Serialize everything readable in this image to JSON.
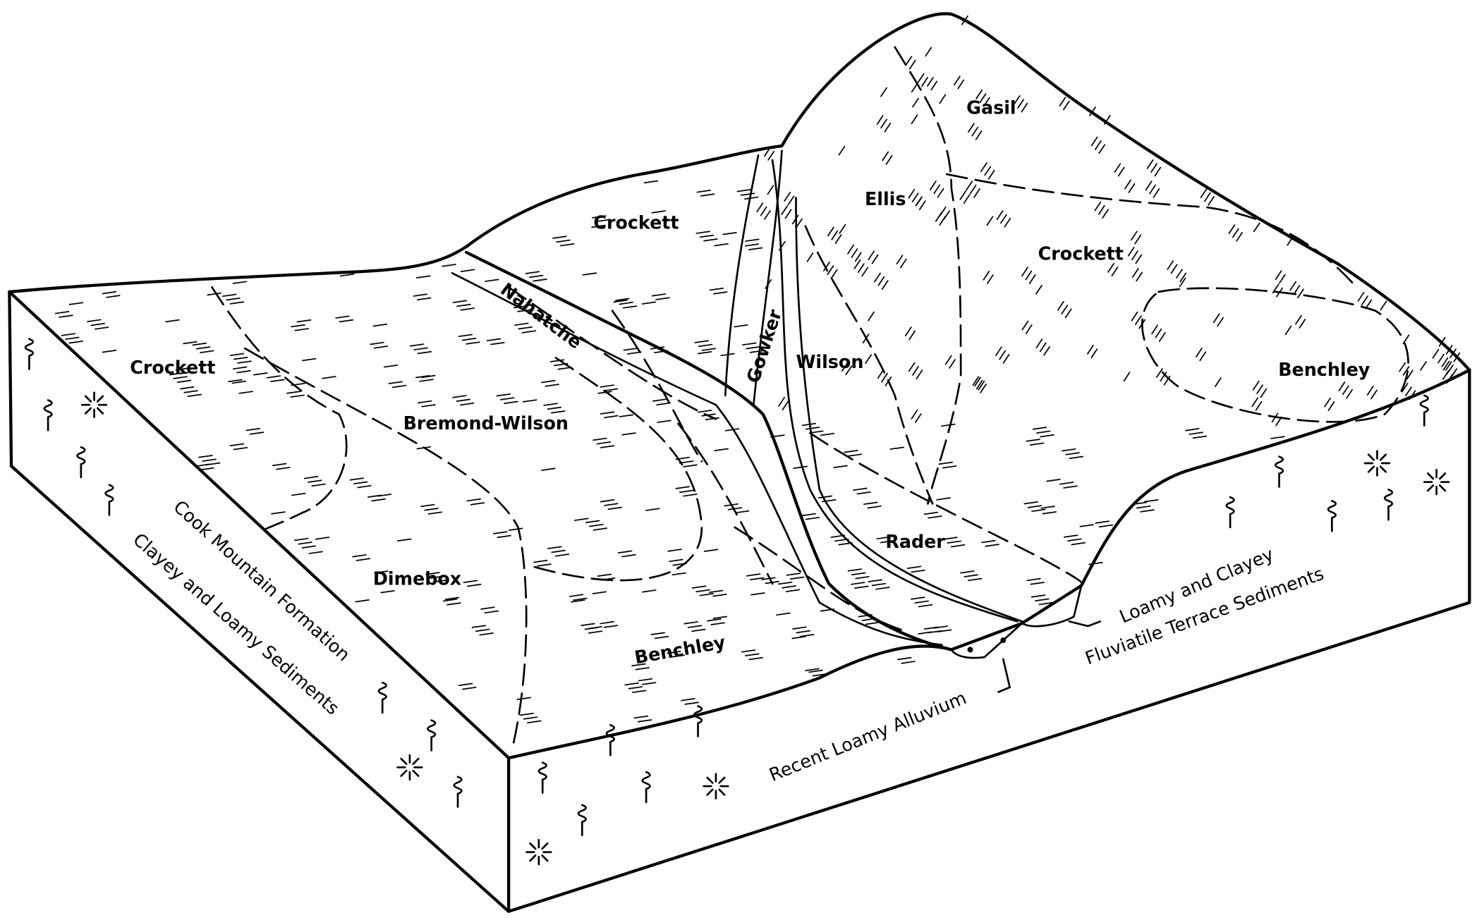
{
  "title": "Soil landscape block diagram",
  "soil_labels": {
    "crockett_left": "Crockett",
    "crockett_center": "Crockett",
    "crockett_right": "Crockett",
    "bremond_wilson": "Bremond-Wilson",
    "dimebox": "Dimebox",
    "benchley_front": "Benchley",
    "benchley_right": "Benchley",
    "nahatche": "Nahatche",
    "gowker": "Gowker",
    "wilson": "Wilson",
    "ellis": "Ellis",
    "gasil": "Gasil",
    "rader": "Rader"
  },
  "geology_labels": {
    "cook_mountain": "Cook Mountain Formation",
    "clayey_loamy": "Clayey and Loamy Sediments",
    "recent_alluvium": "Recent Loamy Alluvium",
    "terrace_line1": "Loamy and Clayey",
    "terrace_line2": "Fluviatile Terrace Sediments"
  }
}
